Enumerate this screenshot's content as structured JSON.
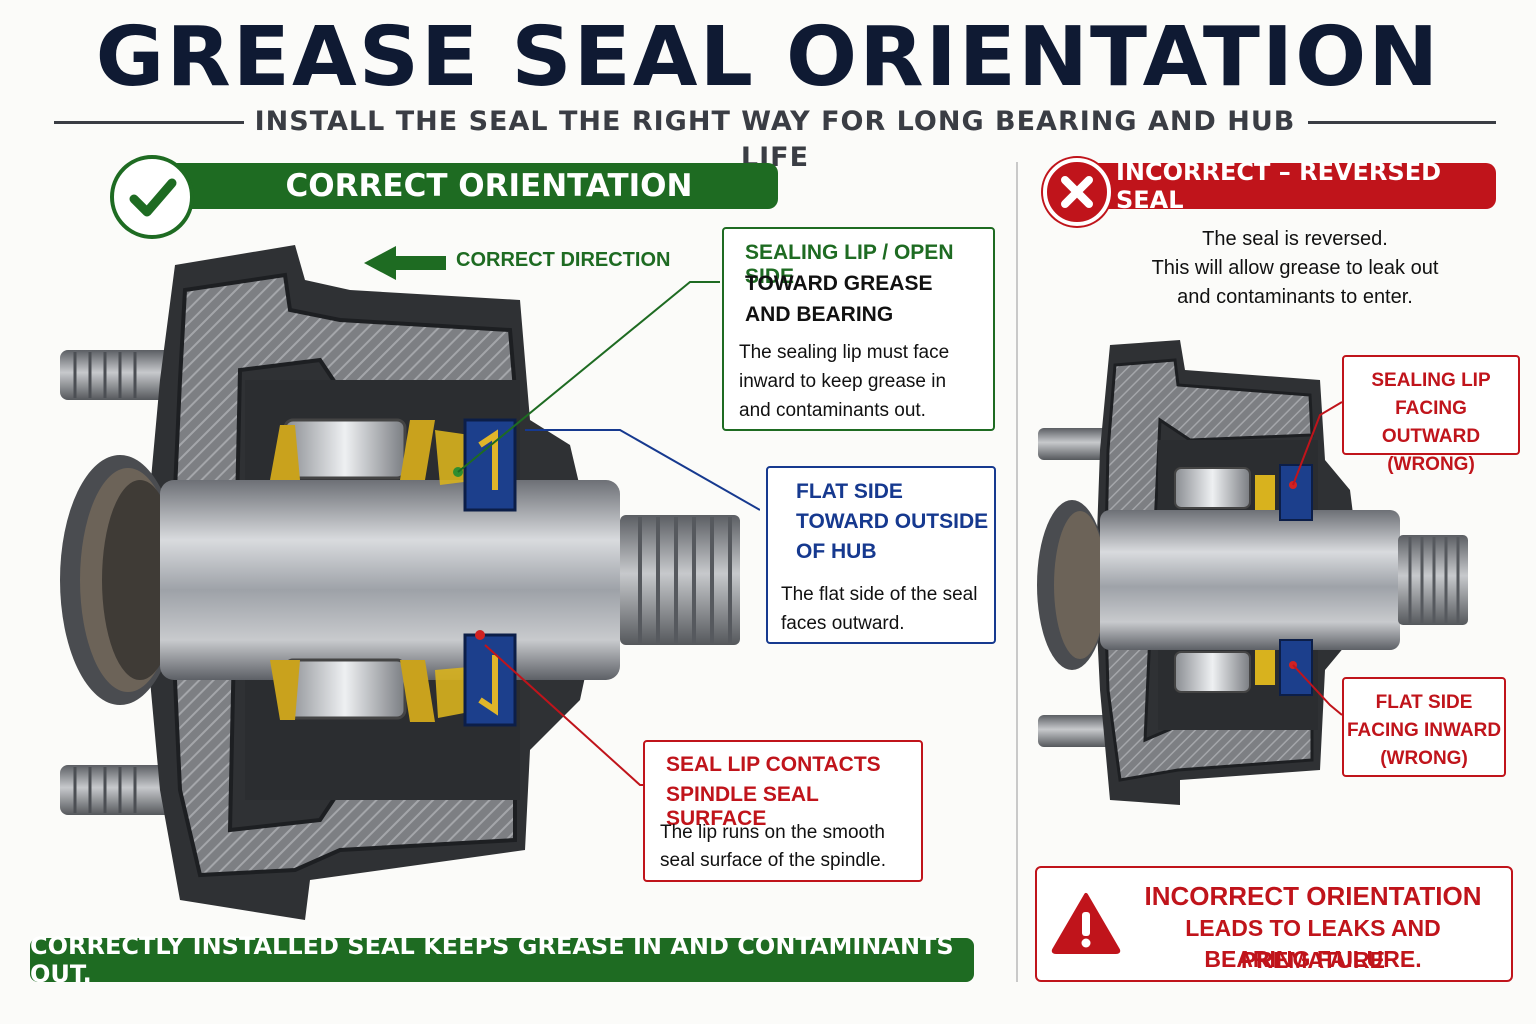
{
  "title": "GREASE SEAL ORIENTATION",
  "subtitle": "INSTALL THE SEAL THE RIGHT WAY FOR LONG BEARING AND HUB LIFE",
  "colors": {
    "navy": "#0f1a33",
    "green": "#1e6b22",
    "red": "#c0141b",
    "blue": "#16398f"
  },
  "correct": {
    "banner": "CORRECT ORIENTATION",
    "icon": "check-circle-icon",
    "direction_label": "CORRECT DIRECTION",
    "callout_lip": {
      "heading": "SEALING LIP / OPEN SIDE",
      "subheading_1": "TOWARD GREASE",
      "subheading_2": "AND BEARING",
      "body_1": "The sealing lip must face",
      "body_2": "inward to keep grease in",
      "body_3": "and contaminants out."
    },
    "callout_flat": {
      "heading_1": "FLAT SIDE",
      "heading_2": "TOWARD OUTSIDE",
      "heading_3": "OF HUB",
      "body_1": "The flat side of the seal",
      "body_2": "faces outward."
    },
    "callout_contact": {
      "heading_1": "SEAL LIP CONTACTS",
      "heading_2": "SPINDLE SEAL SURFACE",
      "body_1": "The lip runs on the smooth",
      "body_2": "seal surface of the spindle."
    },
    "footer": "CORRECTLY INSTALLED SEAL KEEPS GREASE IN AND CONTAMINANTS OUT."
  },
  "incorrect": {
    "banner": "INCORRECT – REVERSED SEAL",
    "icon": "x-circle-icon",
    "desc_1": "The seal is reversed.",
    "desc_2": "This will allow grease to leak out",
    "desc_3": "and contaminants to enter.",
    "callout_lip": {
      "line_1": "SEALING LIP",
      "line_2": "FACING OUTWARD",
      "line_3": "(WRONG)"
    },
    "callout_flat": {
      "line_1": "FLAT SIDE",
      "line_2": "FACING INWARD",
      "line_3": "(WRONG)"
    },
    "warning": {
      "icon": "warning-triangle-icon",
      "line_1": "INCORRECT ORIENTATION",
      "line_2": "LEADS TO LEAKS AND PREMATURE",
      "line_3": "BEARING FAILURE."
    }
  }
}
